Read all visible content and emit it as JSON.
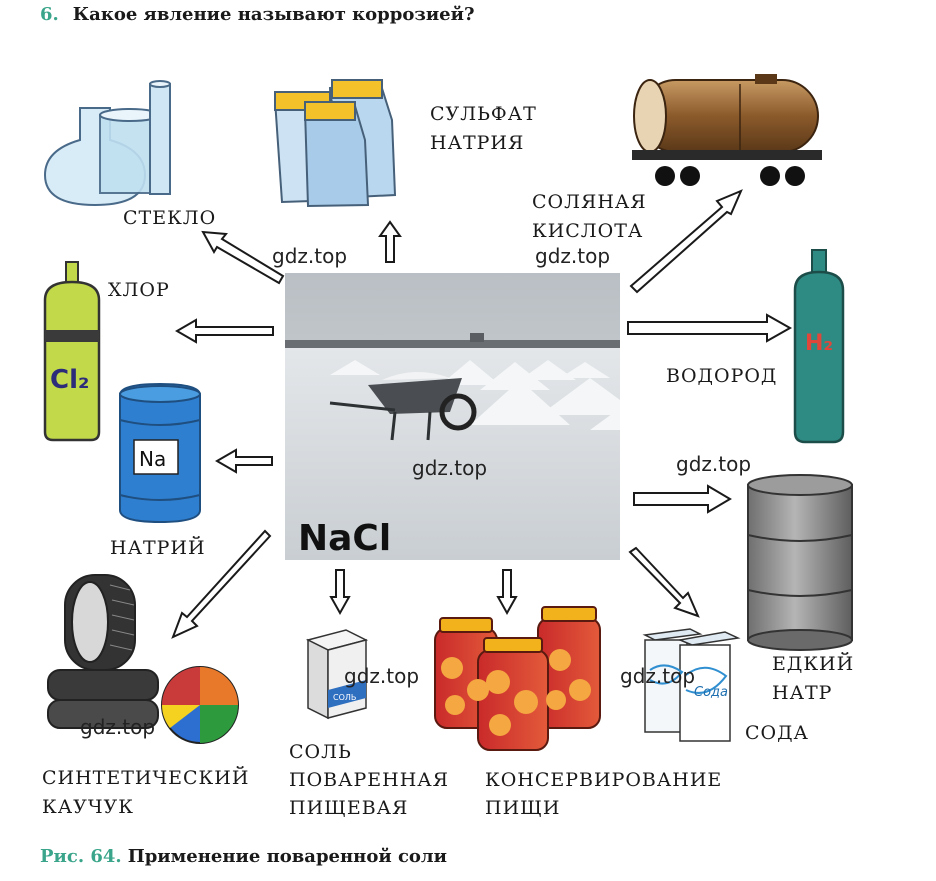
{
  "question": {
    "number": "6.",
    "text": "Какое явление называют коррозией?"
  },
  "center": {
    "label": "NaCl"
  },
  "labels": {
    "glass": "СТЕКЛО",
    "sulfate_line1": "СУЛЬФАТ",
    "sulfate_line2": "НАТРИЯ",
    "acid_line1": "СОЛЯНАЯ",
    "acid_line2": "КИСЛОТА",
    "chlorine": "ХЛОР",
    "hydrogen": "ВОДОРОД",
    "sodium": "НАТРИЙ",
    "caustic_line1": "ЕДКИЙ",
    "caustic_line2": "НАТР",
    "soda": "СОДА",
    "rubber_line1": "СИНТЕТИЧЕСКИЙ",
    "rubber_line2": "КАУЧУК",
    "salt_line1": "СОЛЬ",
    "salt_line2": "ПОВАРЕННАЯ",
    "salt_line3": "ПИЩЕВАЯ",
    "canning_line1": "КОНСЕРВИРОВАНИЕ",
    "canning_line2": "ПИЩИ"
  },
  "icons": {
    "chlorine_cylinder": "Cl₂",
    "hydrogen_cylinder": "H₂",
    "sodium_barrel": "Na",
    "salt_box": "СОЛЬ",
    "soda_box": "Сода"
  },
  "watermark": "gdz.top",
  "caption": {
    "number": "Рис. 64.",
    "text": "Применение поваренной соли"
  },
  "colors": {
    "accent": "#3aa58a",
    "chlorine": "#c2d94a",
    "hydrogen": "#2e8b84",
    "barrel": "#2f7fd0",
    "tank": "#8b5a2b",
    "hydrogen_text": "#e0473a"
  }
}
